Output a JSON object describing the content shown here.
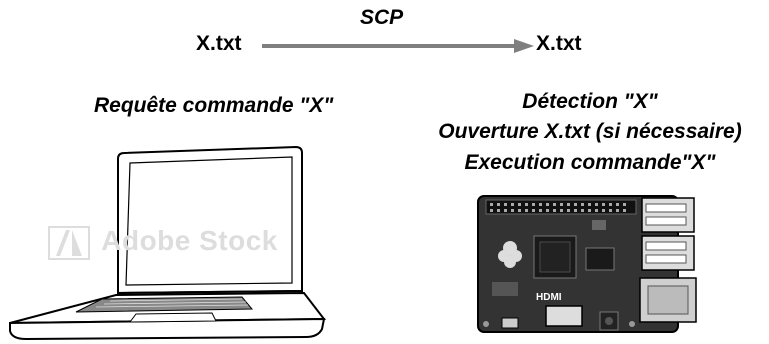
{
  "transfer": {
    "protocol": "SCP",
    "source_file": "X.txt",
    "dest_file": "X.txt"
  },
  "laptop": {
    "caption": "Requête commande \"X\"",
    "watermark": "Adobe Stock"
  },
  "raspberry": {
    "steps": [
      "Détection \"X\"",
      "Ouverture X.txt (si nécessaire)",
      "Execution commande\"X\""
    ],
    "board_label": "HDMI"
  },
  "colors": {
    "arrow": "#7f7f7f",
    "text": "#000000"
  }
}
